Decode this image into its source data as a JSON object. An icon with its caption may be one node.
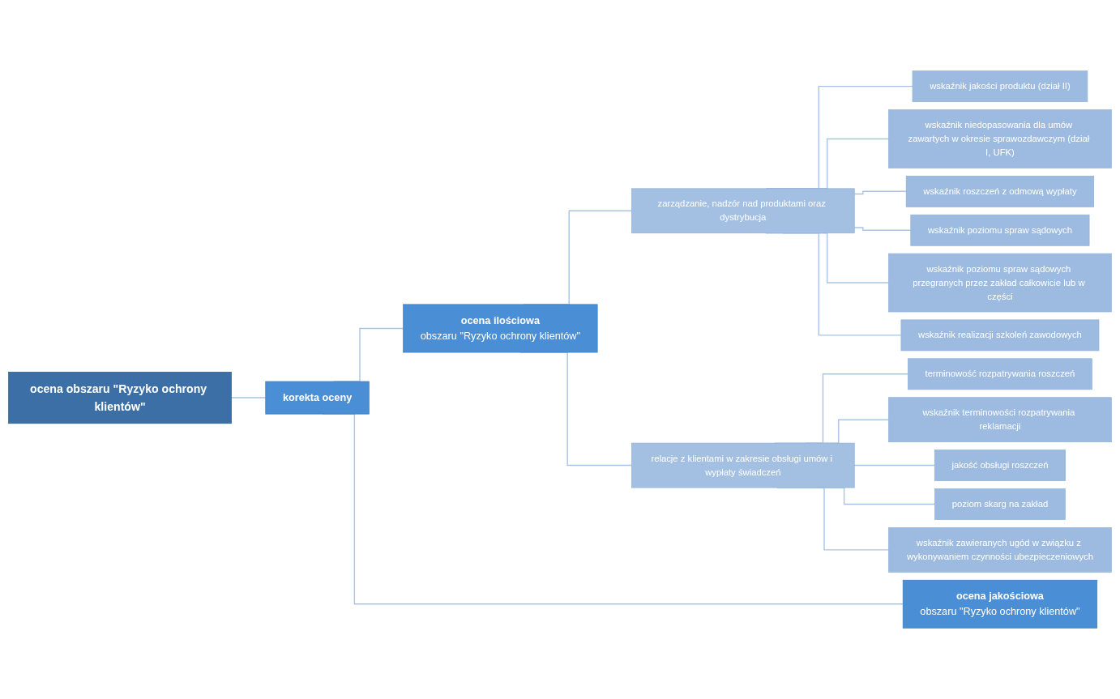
{
  "diagram": {
    "nodes": [
      {
        "text": [
          "ocena obszaru \"Ryzyko ochrony klientów\""
        ]
      },
      {
        "text": [
          "korekta oceny"
        ]
      },
      {
        "text": [
          "ocena ilościowa",
          "obszaru \"Ryzyko ochrony klientów\""
        ]
      },
      {
        "text": [
          "ocena jakościowa",
          "obszaru \"Ryzyko ochrony klientów\""
        ]
      },
      {
        "text": [
          "zarządzanie, nadzór nad produktami oraz dystrybucja"
        ]
      },
      {
        "text": [
          "relacje z klientami w zakresie obsługi umów i wypłaty świadczeń"
        ]
      },
      {
        "text": [
          "wskaźnik jakości produktu (dział II)"
        ]
      },
      {
        "text": [
          "wskaźnik niedopasowania dla umów zawartych w okresie sprawozdawczym (dział I, UFK)"
        ]
      },
      {
        "text": [
          "wskaźnik roszczeń z odmową wypłaty"
        ]
      },
      {
        "text": [
          "wskaźnik poziomu spraw sądowych"
        ]
      },
      {
        "text": [
          "wskaźnik poziomu spraw sądowych przegranych przez zakład całkowicie lub w części"
        ]
      },
      {
        "text": [
          "wskaźnik realizacji szkoleń zawodowych"
        ]
      },
      {
        "text": [
          "terminowość rozpatrywania roszczeń"
        ]
      },
      {
        "text": [
          "wskaźnik terminowości rozpatrywania reklamacji"
        ]
      },
      {
        "text": [
          "jakość obsługi roszczeń"
        ]
      },
      {
        "text": [
          "poziom skarg na zakład"
        ]
      },
      {
        "text": [
          "wskaźnik zawieranych ugód w związku z wykonywaniem czynności ubezpieczeniowych"
        ]
      }
    ],
    "edges": [
      {
        "from": 0,
        "to": 1,
        "arrow": "none"
      },
      {
        "from": 1,
        "to": 2,
        "arrow": "none"
      },
      {
        "from": 1,
        "to": 3,
        "arrow": "none"
      },
      {
        "from": 2,
        "to": 4,
        "arrow": "none"
      },
      {
        "from": 2,
        "to": 5,
        "arrow": "none"
      },
      {
        "from": 4,
        "to": 6,
        "arrow": "none"
      },
      {
        "from": 4,
        "to": 7,
        "arrow": "none"
      },
      {
        "from": 4,
        "to": 8,
        "arrow": "none"
      },
      {
        "from": 4,
        "to": 9,
        "arrow": "none"
      },
      {
        "from": 4,
        "to": 10,
        "arrow": "none"
      },
      {
        "from": 4,
        "to": 11,
        "arrow": "none"
      },
      {
        "from": 5,
        "to": 12,
        "arrow": "none"
      },
      {
        "from": 5,
        "to": 13,
        "arrow": "none"
      },
      {
        "from": 5,
        "to": 14,
        "arrow": "none"
      },
      {
        "from": 5,
        "to": 15,
        "arrow": "none"
      },
      {
        "from": 5,
        "to": 16,
        "arrow": "none"
      }
    ]
  }
}
